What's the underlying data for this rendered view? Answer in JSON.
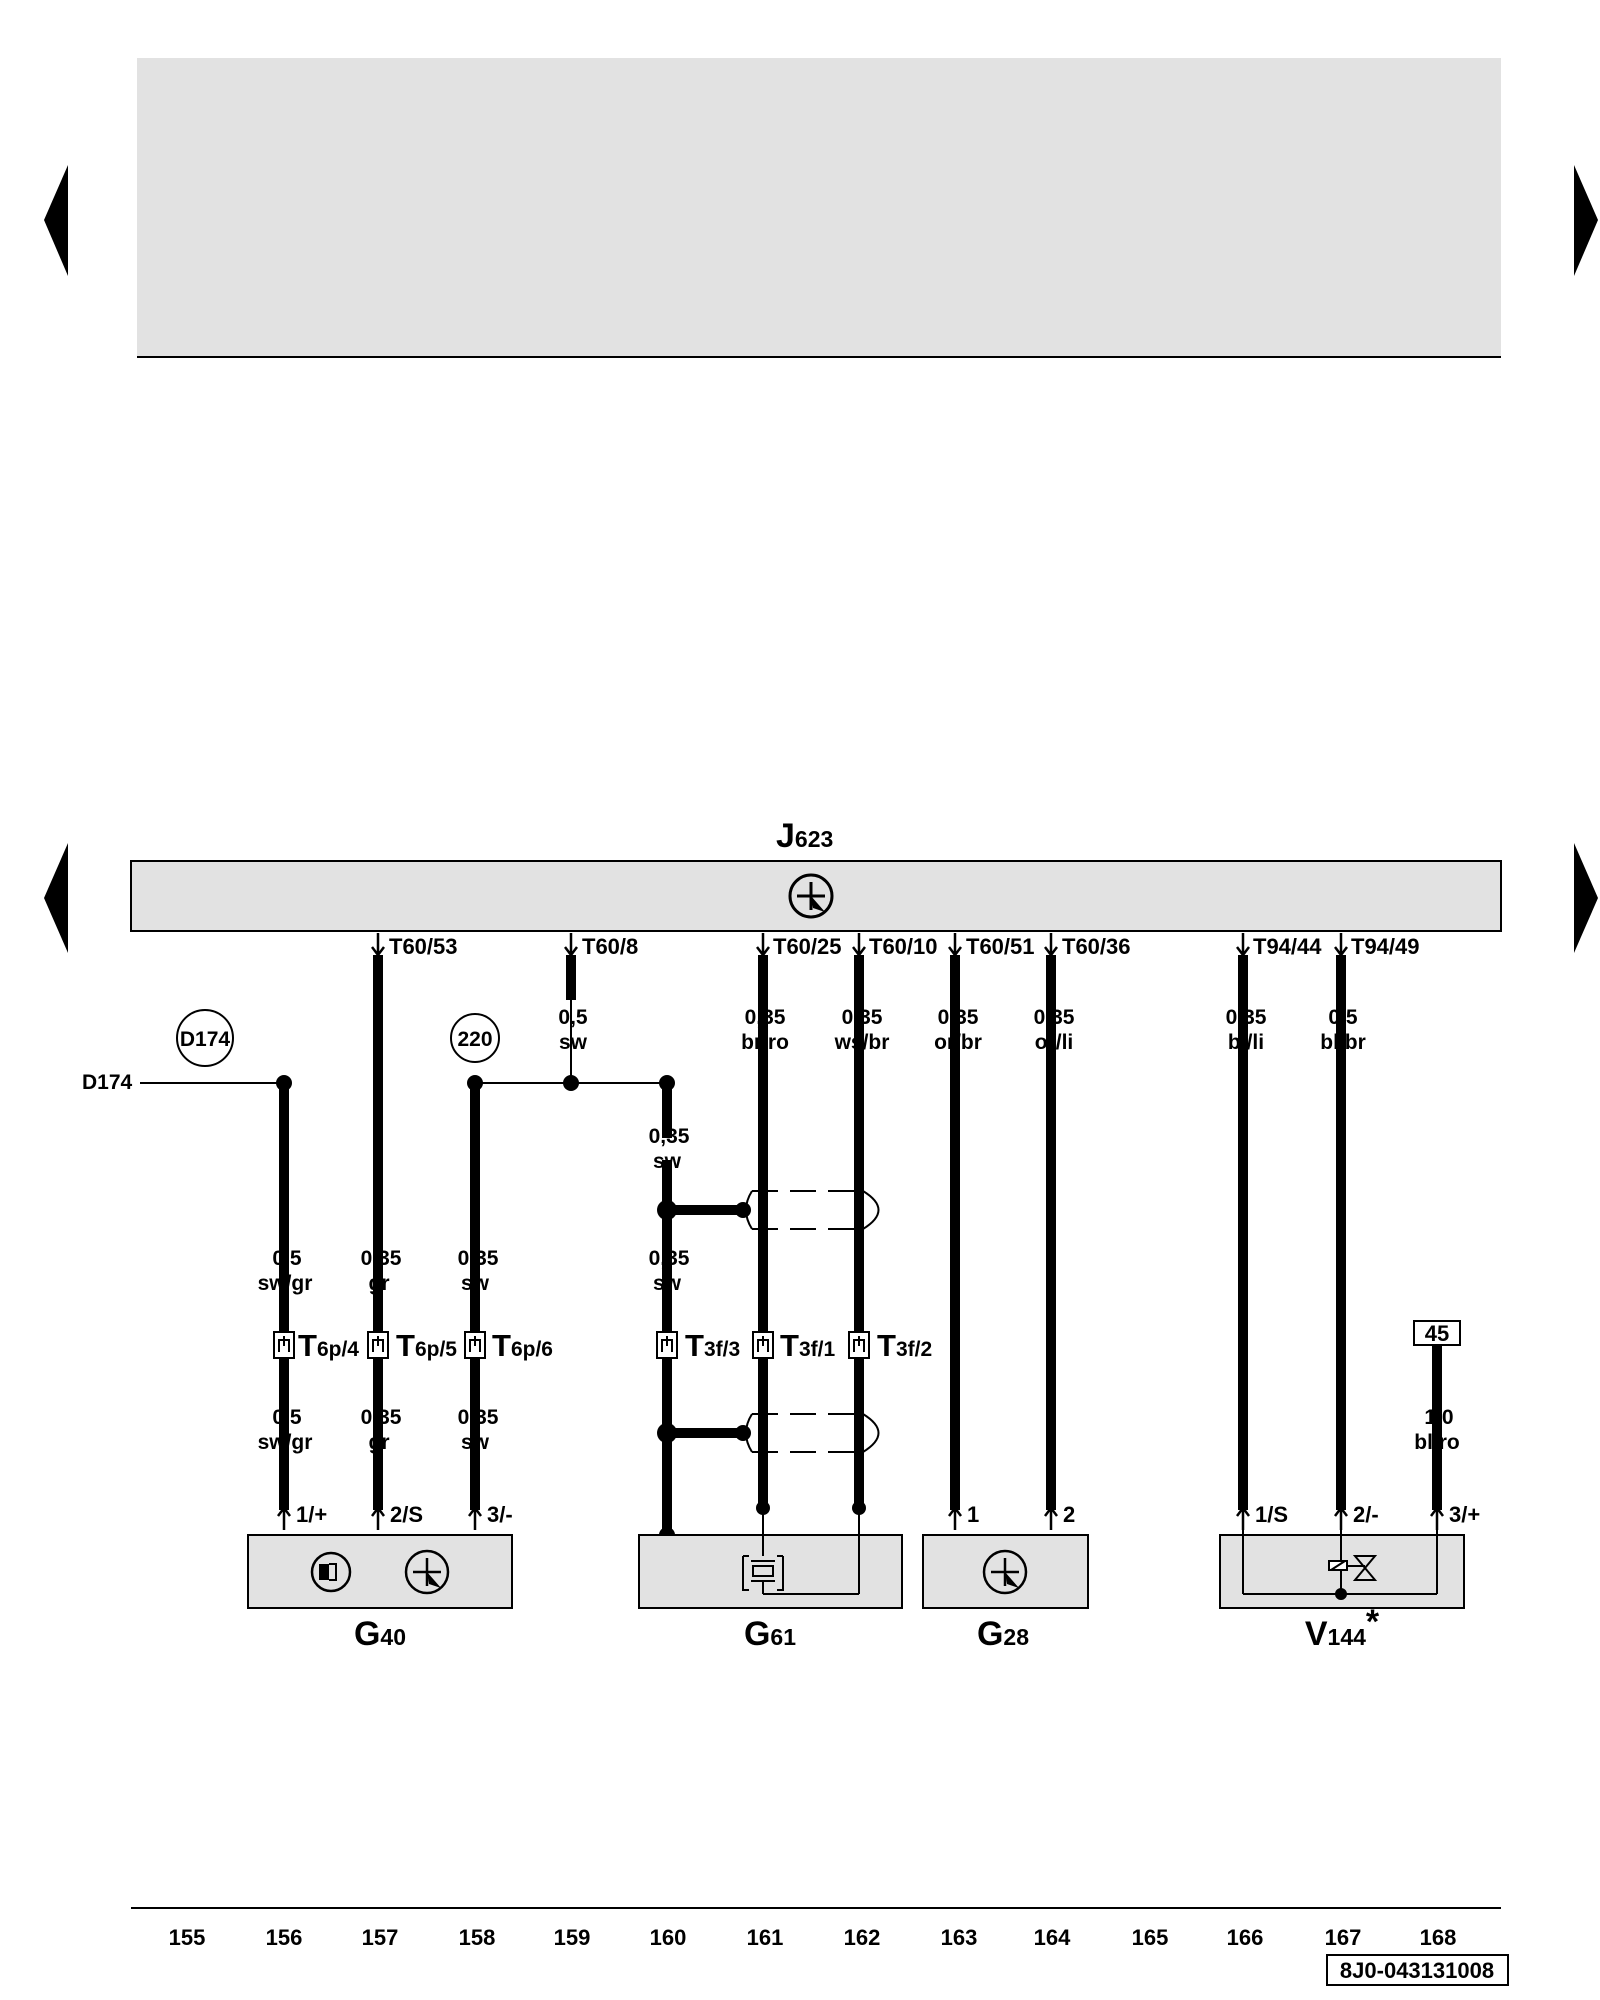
{
  "control_unit": {
    "name": "J",
    "sub": "623"
  },
  "ecu_pins": [
    {
      "id": "p157",
      "label": "T60/53"
    },
    {
      "id": "p159",
      "label": "T60/8"
    },
    {
      "id": "p161",
      "label": "T60/25"
    },
    {
      "id": "p162",
      "label": "T60/10"
    },
    {
      "id": "p163",
      "label": "T60/51"
    },
    {
      "id": "p164",
      "label": "T60/36"
    },
    {
      "id": "p166",
      "label": "T94/44"
    },
    {
      "id": "p167",
      "label": "T94/49"
    }
  ],
  "upper_wires": [
    {
      "id": "w159",
      "size": "0,5",
      "color": "sw"
    },
    {
      "id": "w161",
      "size": "0,35",
      "color": "br/ro"
    },
    {
      "id": "w162",
      "size": "0,35",
      "color": "ws/br"
    },
    {
      "id": "w163",
      "size": "0,35",
      "color": "or/br"
    },
    {
      "id": "w164",
      "size": "0,35",
      "color": "or/li"
    },
    {
      "id": "w166",
      "size": "0,35",
      "color": "bl/li"
    },
    {
      "id": "w167",
      "size": "0,5",
      "color": "bl/br"
    }
  ],
  "refs": {
    "d174_circle": "D174",
    "d174_line": "D174",
    "ref220": "220"
  },
  "mid_wires": [
    {
      "id": "m160a",
      "size": "0,35",
      "color": "sw"
    },
    {
      "id": "m156",
      "size": "0,5",
      "color": "sw/gr"
    },
    {
      "id": "m157",
      "size": "0,35",
      "color": "gr"
    },
    {
      "id": "m158",
      "size": "0,35",
      "color": "sw"
    },
    {
      "id": "m160b",
      "size": "0,35",
      "color": "sw"
    }
  ],
  "connectors": [
    {
      "id": "c156",
      "name": "T",
      "sub": "6p/4"
    },
    {
      "id": "c157",
      "name": "T",
      "sub": "6p/5"
    },
    {
      "id": "c158",
      "name": "T",
      "sub": "6p/6"
    },
    {
      "id": "c160",
      "name": "T",
      "sub": "3f/3"
    },
    {
      "id": "c161",
      "name": "T",
      "sub": "3f/1"
    },
    {
      "id": "c162",
      "name": "T",
      "sub": "3f/2"
    }
  ],
  "low_wires": [
    {
      "id": "l156",
      "size": "0,5",
      "color": "sw/gr"
    },
    {
      "id": "l157",
      "size": "0,35",
      "color": "gr"
    },
    {
      "id": "l158",
      "size": "0,35",
      "color": "sw"
    },
    {
      "id": "l168",
      "size": "1,0",
      "color": "bl/ro"
    }
  ],
  "terminal_45": "45",
  "component_pins": [
    {
      "id": "cp156",
      "label": "1/+"
    },
    {
      "id": "cp157",
      "label": "2/S"
    },
    {
      "id": "cp158",
      "label": "3/-"
    },
    {
      "id": "cp163",
      "label": "1"
    },
    {
      "id": "cp164",
      "label": "2"
    },
    {
      "id": "cp166",
      "label": "1/S"
    },
    {
      "id": "cp167",
      "label": "2/-"
    },
    {
      "id": "cp168",
      "label": "3/+"
    }
  ],
  "components": [
    {
      "id": "G40",
      "name": "G",
      "sub": "40",
      "mark": ""
    },
    {
      "id": "G61",
      "name": "G",
      "sub": "61",
      "mark": ""
    },
    {
      "id": "G28",
      "name": "G",
      "sub": "28",
      "mark": ""
    },
    {
      "id": "V144",
      "name": "V",
      "sub": "144",
      "mark": "*"
    }
  ],
  "grid_numbers": [
    "155",
    "156",
    "157",
    "158",
    "159",
    "160",
    "161",
    "162",
    "163",
    "164",
    "165",
    "166",
    "167",
    "168"
  ],
  "drawing_code": "8J0-043131008",
  "nav_icons": [
    "triangle-left-icon",
    "triangle-right-icon"
  ],
  "colors": {
    "panel_fill": "#e2e2e2",
    "wire": "#000000",
    "background": "#ffffff"
  }
}
